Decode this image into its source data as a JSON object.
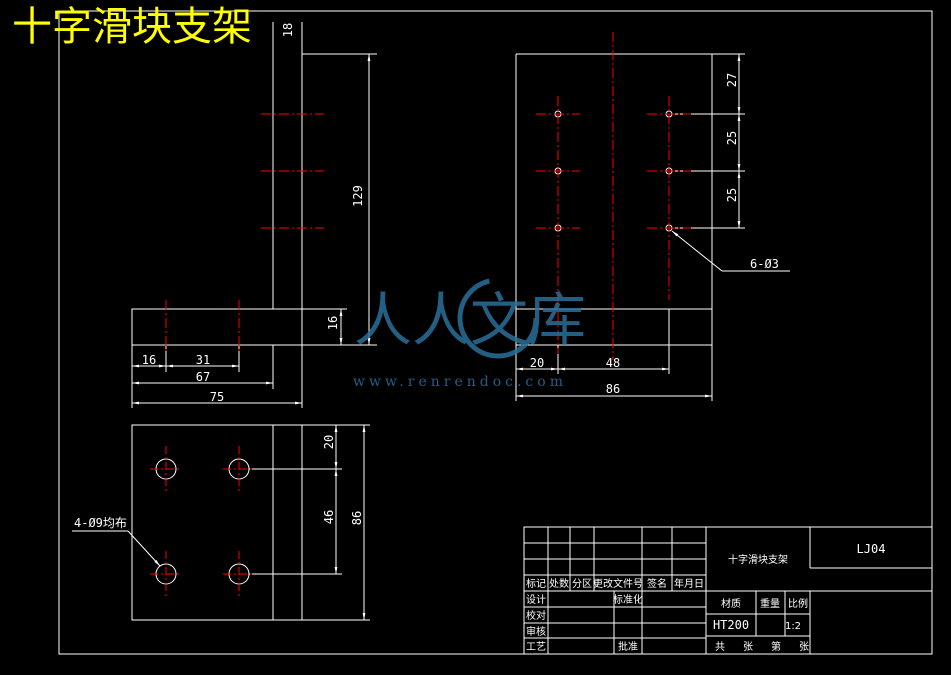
{
  "title": "十字滑块支架",
  "dims": {
    "top_partial": "18",
    "d129": "129",
    "d16_v": "16",
    "d16": "16",
    "d31": "31",
    "d67": "67",
    "d75": "75",
    "d27": "27",
    "d25a": "25",
    "d25b": "25",
    "d20_h": "20",
    "d48": "48",
    "d86_h": "86",
    "d20_v": "20",
    "d46": "46",
    "d86_v": "86"
  },
  "notes": {
    "holes_top": "6-Ø3",
    "holes_bottom": "4-Ø9均布"
  },
  "watermark": {
    "text": "人人文库",
    "url": "www.renrendoc.com",
    "color": "#2a6f9a"
  },
  "title_block": {
    "part_name": "十字滑块支架",
    "drawing_no": "LJ04",
    "material": "HT200",
    "scale": "1:2",
    "labels": {
      "mark": "标记",
      "count": "处数",
      "zone": "分区",
      "change_doc": "更改文件号",
      "sign": "签名",
      "date": "年月日",
      "design": "设计",
      "standardize": "标准化",
      "check": "校对",
      "review": "审核",
      "process": "工艺",
      "approve": "批准",
      "material_label": "材质",
      "weight": "重量",
      "scale_label": "比例",
      "total": "共",
      "sheets": "张",
      "sheet_no": "第",
      "sheet_no_suffix": "张"
    }
  },
  "colors": {
    "background": "#000000",
    "lines": "#ffffff",
    "centerlines": "#ff0000",
    "title": "#ffff00"
  }
}
